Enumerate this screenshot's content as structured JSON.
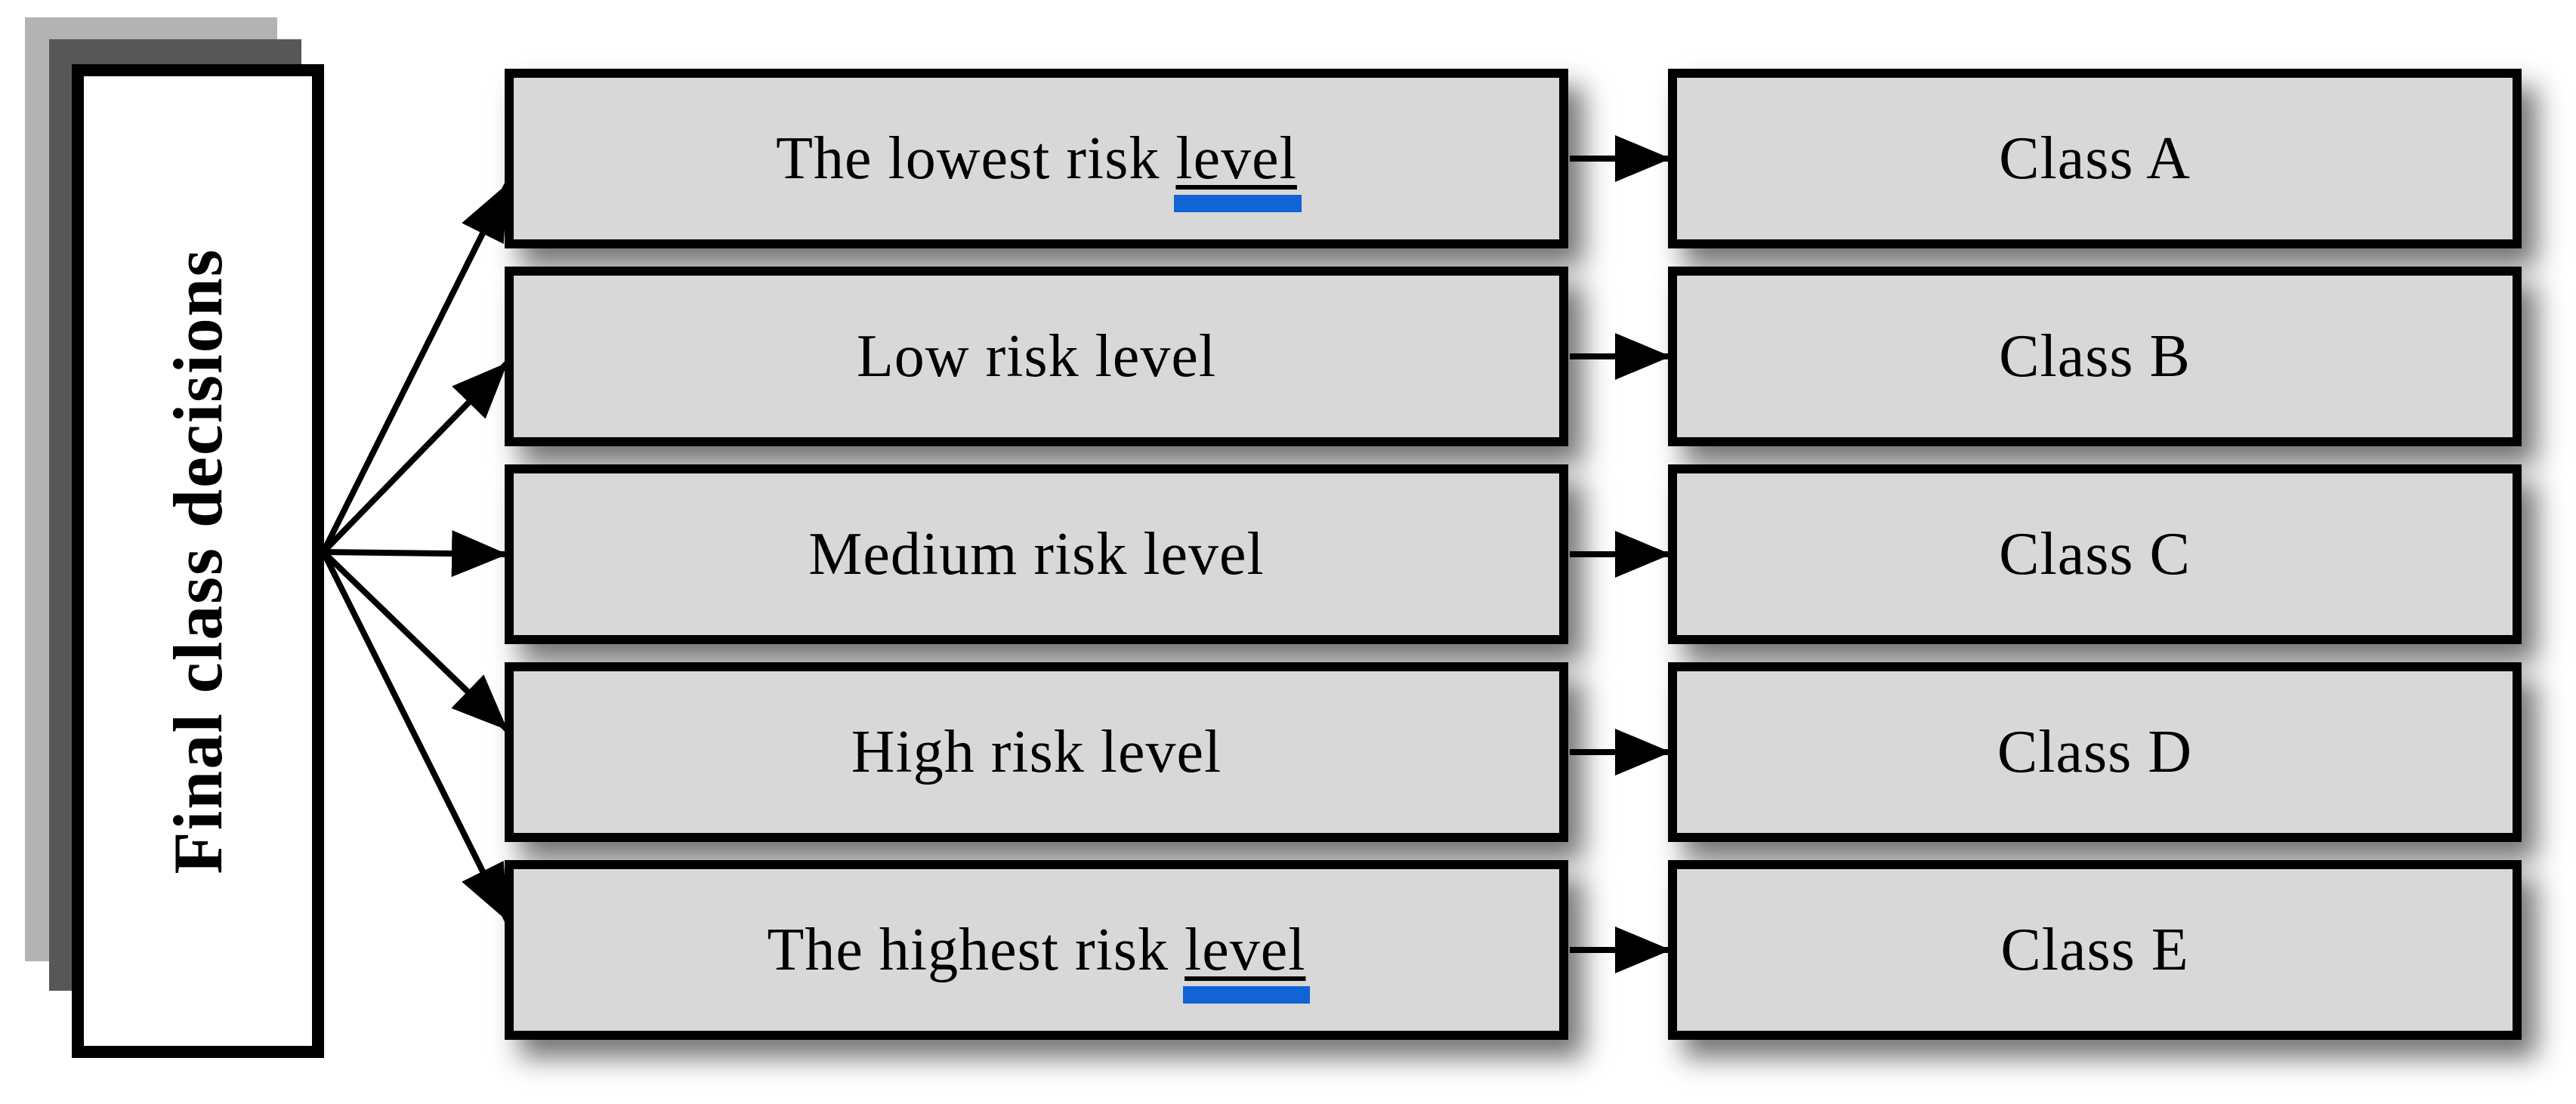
{
  "diagram": {
    "source_label": "Final class decisions",
    "risk_rows": [
      {
        "label_before": "The lowest risk ",
        "underlined_word": "level",
        "class_label": "Class A"
      },
      {
        "label_before": "Low risk level",
        "underlined_word": "",
        "class_label": "Class B"
      },
      {
        "label_before": "Medium risk level",
        "underlined_word": "",
        "class_label": "Class C"
      },
      {
        "label_before": "High risk level",
        "underlined_word": "",
        "class_label": "Class D"
      },
      {
        "label_before": "The highest risk ",
        "underlined_word": "level",
        "class_label": "Class E"
      }
    ],
    "colors": {
      "box_fill": "#d8d8d8",
      "box_border": "#000000",
      "underline_accent": "#1064d6",
      "stack_layer_light": "#b3b3b3",
      "stack_layer_dark": "#575757",
      "arrow": "#000000",
      "background": "#ffffff"
    }
  }
}
